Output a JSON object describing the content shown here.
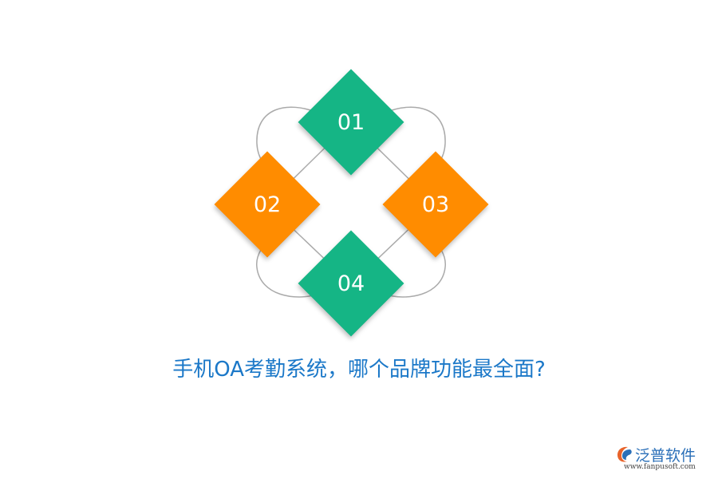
{
  "diagram": {
    "items": [
      {
        "label": "01",
        "color": "#15b585"
      },
      {
        "label": "02",
        "color": "#ff8c00"
      },
      {
        "label": "03",
        "color": "#ff8c00"
      },
      {
        "label": "04",
        "color": "#15b585"
      }
    ],
    "connector_color": "#aaaaaa"
  },
  "caption": "手机OA考勤系统，哪个品牌功能最全面?",
  "logo": {
    "name": "泛普软件",
    "url": "www.fanpusoft.com",
    "icon": "fanpu-logo-icon"
  }
}
